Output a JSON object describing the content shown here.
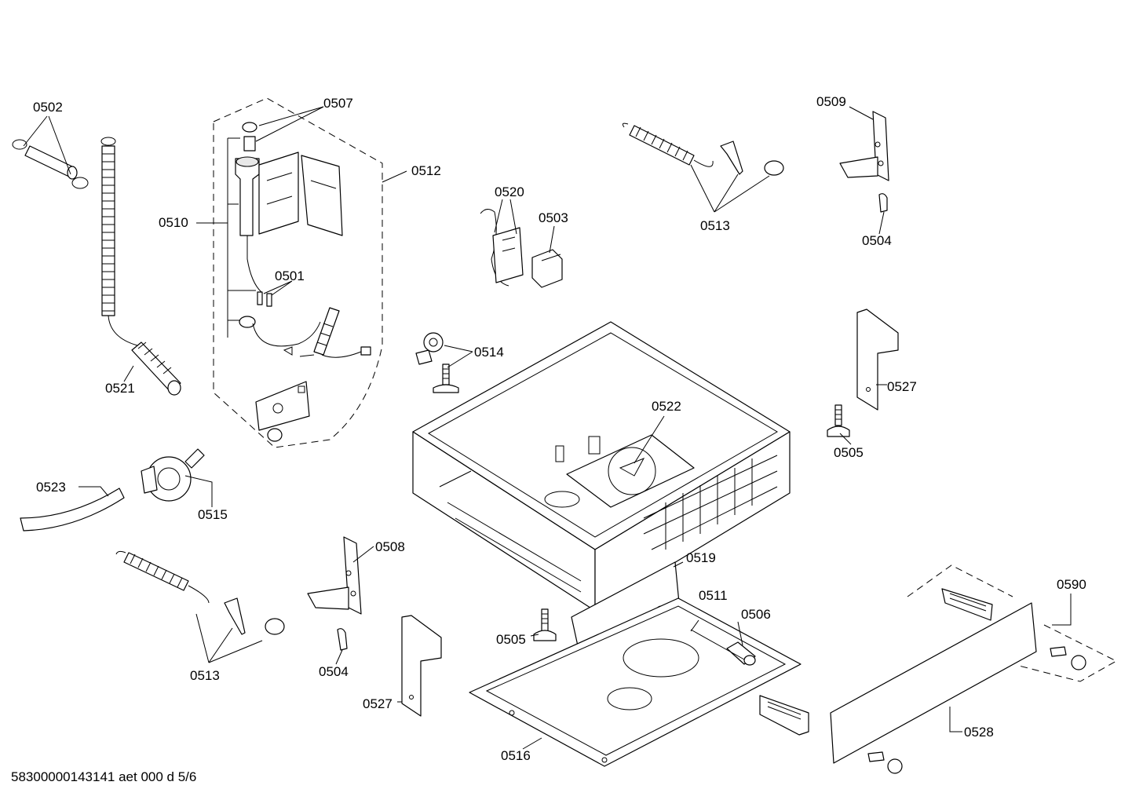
{
  "labels": {
    "l0502": "0502",
    "l0507": "0507",
    "l0512": "0512",
    "l0510": "0510",
    "l0501": "0501",
    "l0521": "0521",
    "l0520": "0520",
    "l0503": "0503",
    "l0513a": "0513",
    "l0509": "0509",
    "l0504a": "0504",
    "l0514": "0514",
    "l0527a": "0527",
    "l0522": "0522",
    "l0505a": "0505",
    "l0523": "0523",
    "l0515": "0515",
    "l0508": "0508",
    "l0519": "0519",
    "l0511": "0511",
    "l0506": "0506",
    "l0590": "0590",
    "l0513b": "0513",
    "l0504b": "0504",
    "l0505b": "0505",
    "l0527b": "0527",
    "l0516": "0516",
    "l0528": "0528"
  },
  "footer": "58300000143141 aet 000 d 5/6"
}
